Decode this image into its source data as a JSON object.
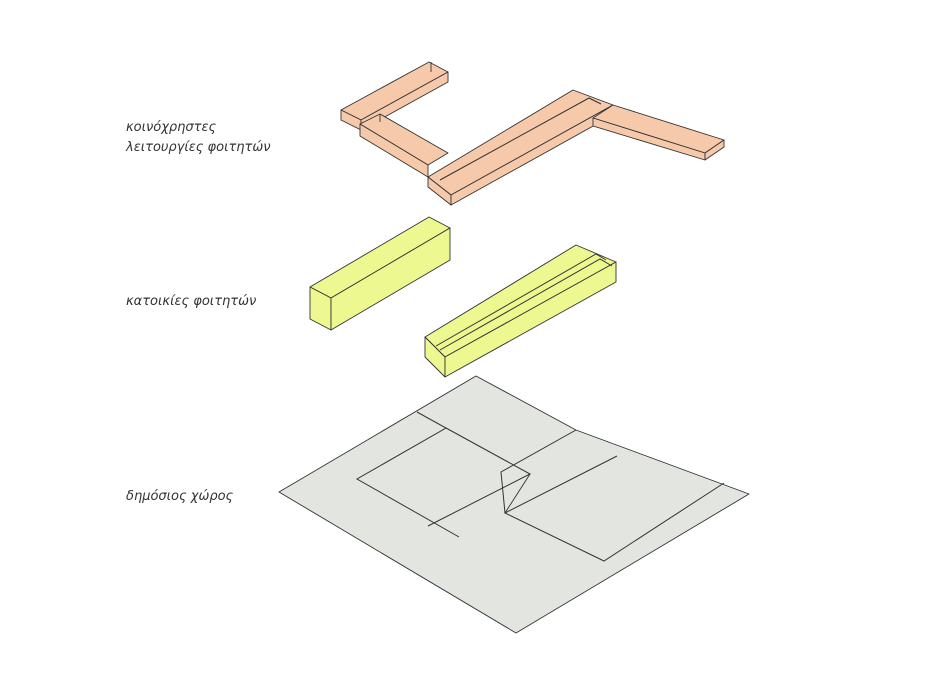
{
  "labels": {
    "shared_line1": "κοινόχρηστες",
    "shared_line2": "λειτουργίες φοιτητών",
    "housing": "κατοικίες φοιτητών",
    "public": "δημόσιος χώρος"
  },
  "colors": {
    "shared": "#f7c9ab",
    "housing": "#eef891",
    "public": "#e3e6e0",
    "stroke": "#333333"
  }
}
